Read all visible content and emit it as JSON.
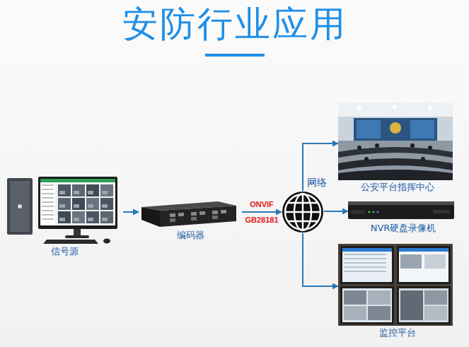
{
  "diagram": {
    "title": "安防行业应用",
    "nodes": [
      {
        "text": [
          "信号源"
        ]
      },
      {
        "text": [
          "编码器"
        ]
      },
      {
        "text": [
          "网络"
        ]
      },
      {
        "text": [
          "公安平台指挥中心"
        ]
      },
      {
        "text": [
          "NVR硬盘录像机"
        ]
      },
      {
        "text": [
          "监控平台"
        ]
      }
    ],
    "edges": [
      {
        "from": 0,
        "to": 1,
        "arrow": "to"
      },
      {
        "from": 1,
        "to": 2,
        "label": "ONVIF GB28181",
        "arrow": "to"
      },
      {
        "from": 2,
        "to": 3,
        "arrow": "to"
      },
      {
        "from": 2,
        "to": 4,
        "arrow": "to"
      },
      {
        "from": 2,
        "to": 5,
        "arrow": "to"
      }
    ]
  }
}
